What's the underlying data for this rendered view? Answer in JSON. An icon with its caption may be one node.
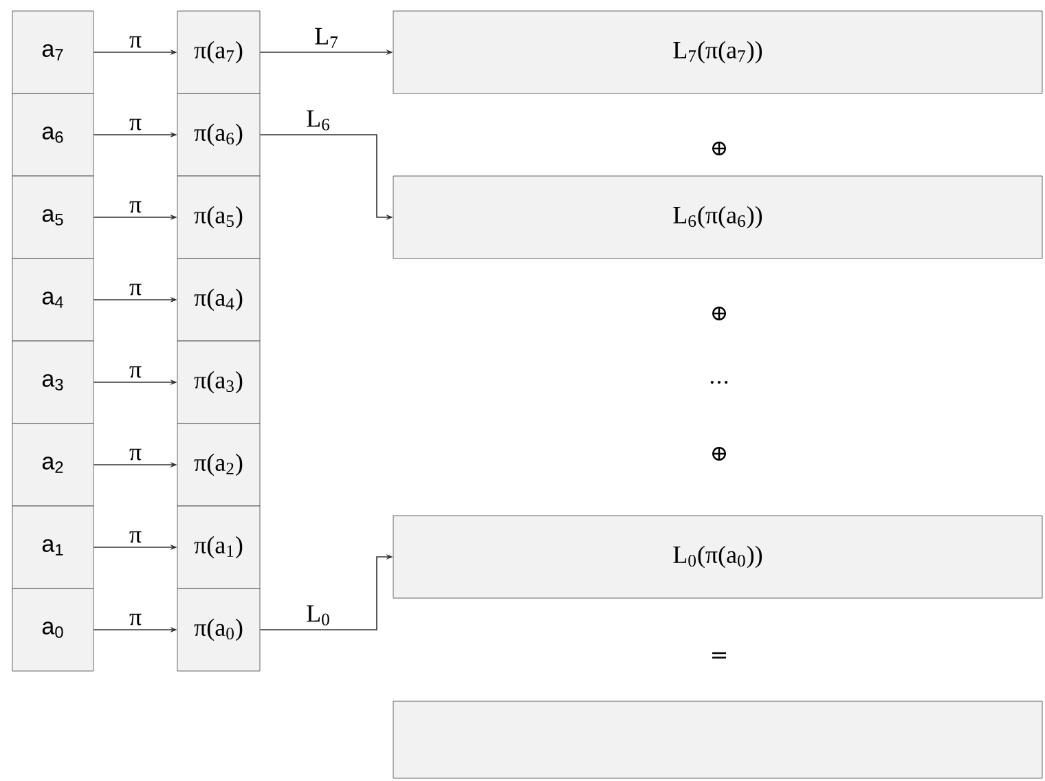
{
  "diagram": {
    "nodes": [
      {
        "text": [
          "a$_{7}$"
        ]
      },
      {
        "text": [
          "a$_{6}$"
        ]
      },
      {
        "text": [
          "a$_{5}$"
        ]
      },
      {
        "text": [
          "a$_{4}$"
        ]
      },
      {
        "text": [
          "a$_{3}$"
        ]
      },
      {
        "text": [
          "a$_{2}$"
        ]
      },
      {
        "text": [
          "a$_{1}$"
        ]
      },
      {
        "text": [
          "a$_{0}$"
        ]
      },
      {
        "text": [
          "π(a$_{7}$)"
        ]
      },
      {
        "text": [
          "π(a$_{6}$)"
        ]
      },
      {
        "text": [
          "π(a$_{5}$)"
        ]
      },
      {
        "text": [
          "π(a$_{4}$)"
        ]
      },
      {
        "text": [
          "π(a$_{3}$)"
        ]
      },
      {
        "text": [
          "π(a$_{2}$)"
        ]
      },
      {
        "text": [
          "π(a$_{1}$)"
        ]
      },
      {
        "text": [
          "π(a$_{0}$)"
        ]
      },
      {
        "text": [
          "L$_{7}$(π(a$_{7}$))"
        ]
      },
      {
        "text": [
          "L$_{6}$(π(a$_{6}$))"
        ]
      },
      {
        "text": [
          "L$_{0}$(π(a$_{0}$))"
        ]
      },
      {
        "text": [],
        "shape": "box"
      }
    ],
    "edges": [
      {
        "from": 0,
        "to": 8,
        "arrow": "to",
        "label": "π"
      },
      {
        "from": 1,
        "to": 9,
        "arrow": "to",
        "label": "π"
      },
      {
        "from": 2,
        "to": 10,
        "arrow": "to",
        "label": "π"
      },
      {
        "from": 3,
        "to": 11,
        "arrow": "to",
        "label": "π"
      },
      {
        "from": 4,
        "to": 12,
        "arrow": "to",
        "label": "π"
      },
      {
        "from": 5,
        "to": 13,
        "arrow": "to",
        "label": "π"
      },
      {
        "from": 6,
        "to": 14,
        "arrow": "to",
        "label": "π"
      },
      {
        "from": 7,
        "to": 15,
        "arrow": "to",
        "label": "π"
      },
      {
        "from": 8,
        "to": 16,
        "arrow": "to",
        "label": "L$_{7}$"
      },
      {
        "from": 9,
        "to": 17,
        "arrow": "to",
        "label": "L$_{6}$"
      },
      {
        "from": 15,
        "to": 18,
        "arrow": "to",
        "label": "L$_{0}$"
      }
    ],
    "labels": [
      "⊕",
      "⊕",
      "...",
      "⊕",
      "="
    ]
  }
}
